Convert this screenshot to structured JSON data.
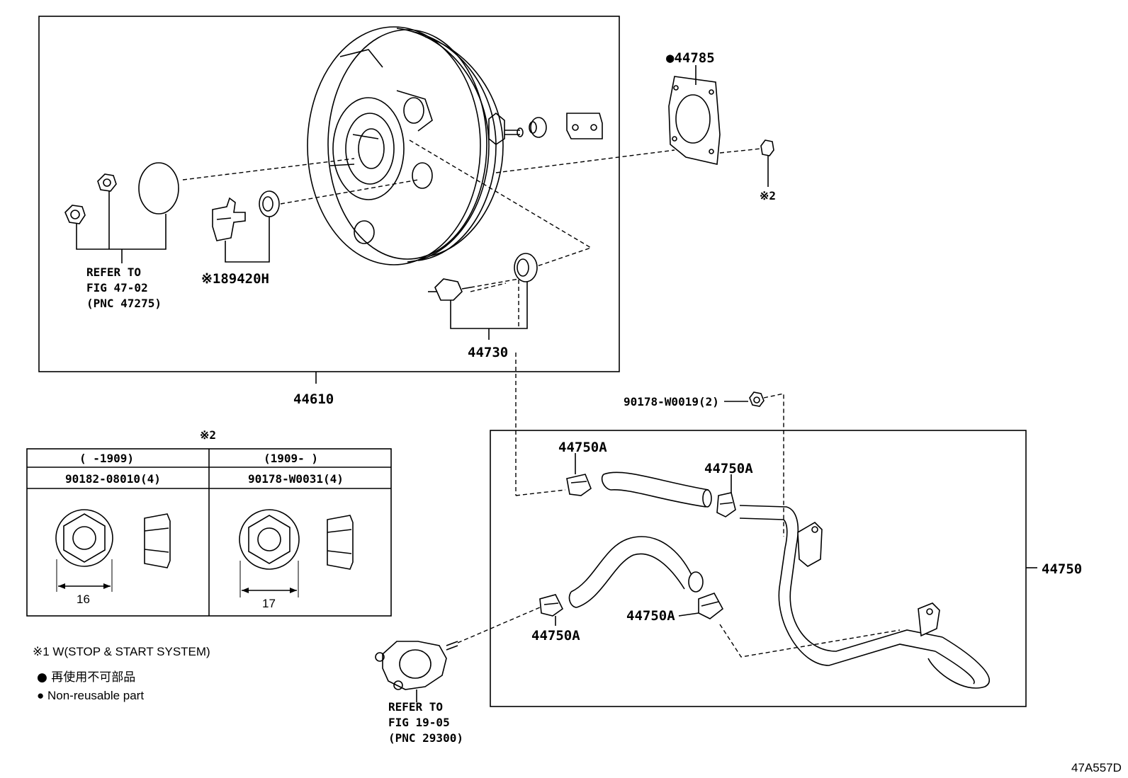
{
  "labels": {
    "p44785": "●44785",
    "mark2_top": "※2",
    "refer_47": [
      "REFER TO",
      "FIG 47-02",
      "(PNC 47275)"
    ],
    "p89420h": "※189420H",
    "p44730": "44730",
    "p44610": "44610",
    "p90178_w0019": "90178-W0019(2)",
    "p44750a_1": "44750A",
    "p44750a_2": "44750A",
    "p44750a_3": "44750A",
    "p44750a_4": "44750A",
    "p44750": "44750",
    "refer_19": [
      "REFER TO",
      "FIG 19-05",
      "(PNC 29300)"
    ],
    "figure_id": "47A557D"
  },
  "nut_table": {
    "mark": "※2",
    "columns": [
      {
        "range": "(    -1909)",
        "part": "90182-08010(4)",
        "dimension": "16"
      },
      {
        "range": "(1909-     )",
        "part": "90178-W0031(4)",
        "dimension": "17"
      }
    ]
  },
  "notes": {
    "note1": "※1 W(STOP & START SYSTEM)",
    "note2_jp": "● 再使用不可部品",
    "note2_en": "● Non-reusable part"
  }
}
